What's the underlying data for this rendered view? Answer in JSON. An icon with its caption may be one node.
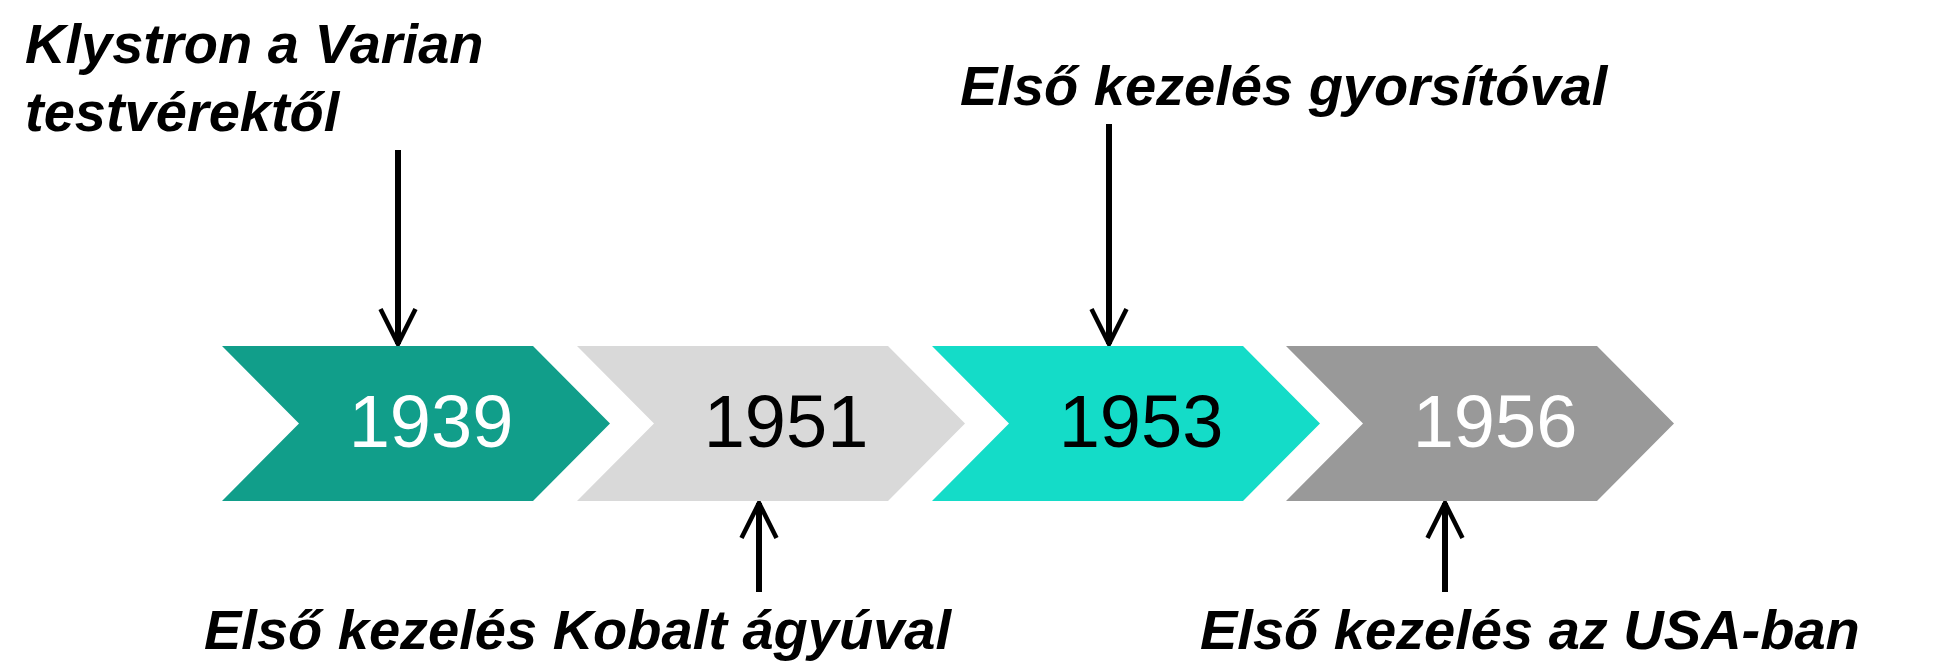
{
  "diagram": {
    "nodes": [
      {
        "text": [
          "Klystron a Varian testvérektől"
        ]
      },
      {
        "text": [
          "Első kezelés gyorsítóval"
        ]
      },
      {
        "text": [
          "1939"
        ]
      },
      {
        "text": [
          "1951"
        ]
      },
      {
        "text": [
          "1953"
        ]
      },
      {
        "text": [
          "1956"
        ]
      },
      {
        "text": [
          "Első kezelés Kobalt ágyúval"
        ]
      },
      {
        "text": [
          "Első kezelés az USA-ban"
        ]
      }
    ],
    "edges": [
      {
        "from": 0,
        "to": 2,
        "arrow": "to"
      },
      {
        "from": 1,
        "to": 4,
        "arrow": "to"
      },
      {
        "from": 6,
        "to": 3,
        "arrow": "to"
      },
      {
        "from": 7,
        "to": 5,
        "arrow": "to"
      }
    ]
  }
}
